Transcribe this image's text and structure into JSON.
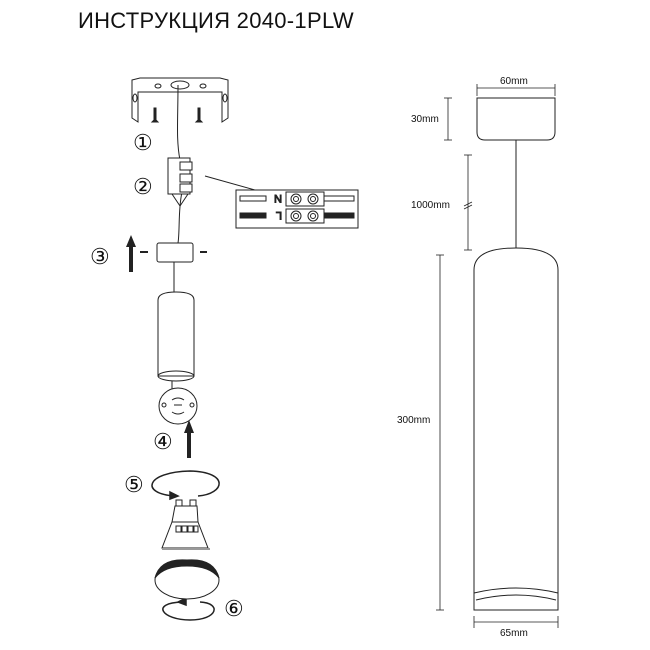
{
  "title": "ИНСТРУКЦИЯ 2040-1PLW",
  "steps": [
    "①",
    "②",
    "③",
    "④",
    "⑤",
    "⑥"
  ],
  "wiring": {
    "neutral": "N",
    "live": "L"
  },
  "dimensions": {
    "canopy_width": "60mm",
    "canopy_height": "30mm",
    "cord_length": "1000mm",
    "body_height": "300mm",
    "body_diameter": "65mm"
  },
  "colors": {
    "line": "#222222",
    "background": "#ffffff"
  }
}
